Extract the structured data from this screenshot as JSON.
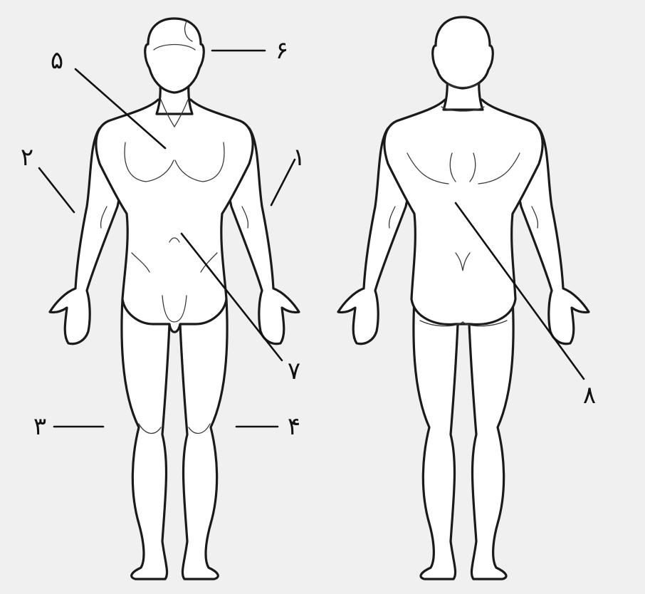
{
  "labels": {
    "l1": "۱",
    "l2": "۲",
    "l3": "۳",
    "l4": "۴",
    "l5": "۵",
    "l6": "۶",
    "l7": "۷",
    "l8": "۸"
  },
  "colors": {
    "background": "#f0f0f0",
    "outline": "#1a1a1a",
    "fill": "#ffffff"
  }
}
